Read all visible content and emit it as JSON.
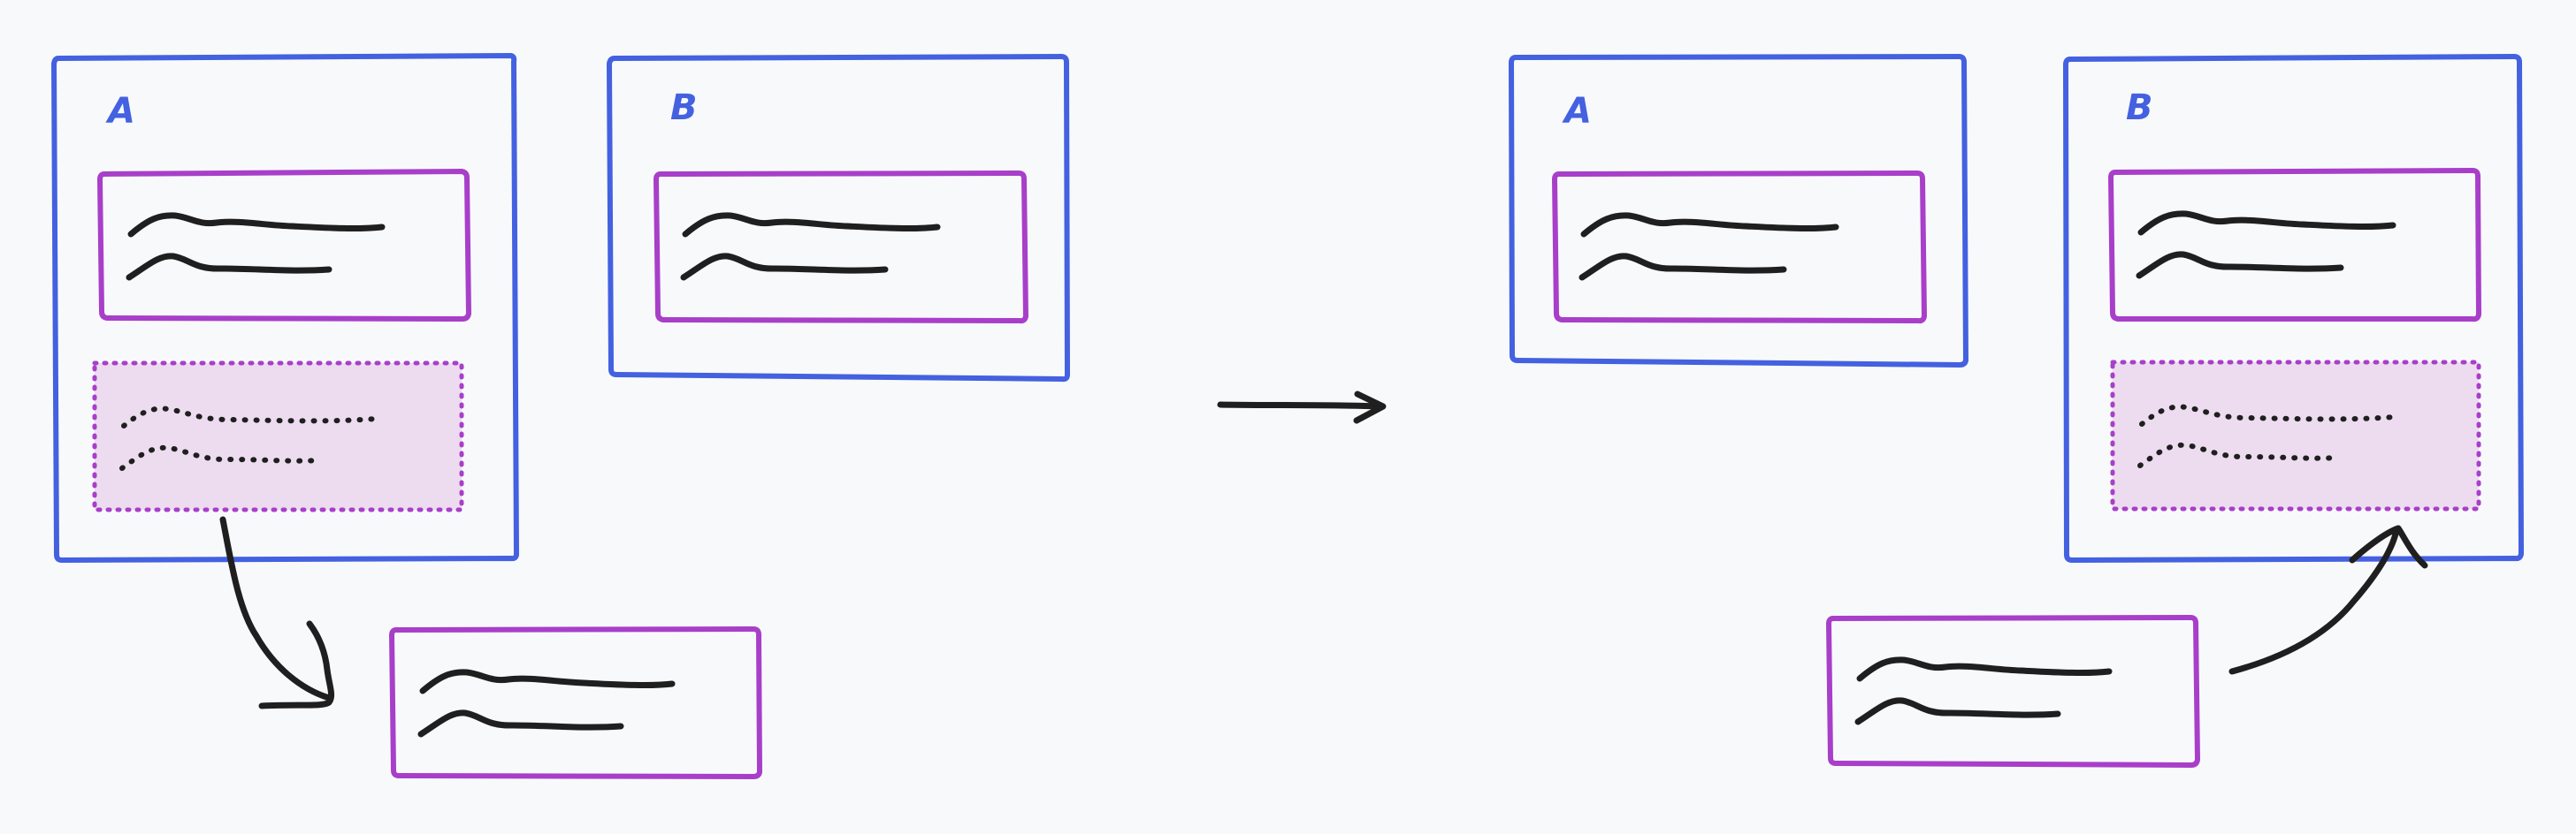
{
  "diagram": {
    "before": {
      "panel_a_label": "A",
      "panel_b_label": "B"
    },
    "after": {
      "panel_a_label": "A",
      "panel_b_label": "B"
    }
  },
  "colors": {
    "background": "#f8f9fb",
    "panel_border": "#4361e0",
    "card_border": "#a83fc9",
    "card_fill": "#eddcef",
    "ink": "#1f1f1f",
    "label": "#4361e0"
  },
  "icons": {
    "transition_arrow": "right-arrow-icon",
    "drag_out_arrow": "curved-arrow-down-icon",
    "drop_in_arrow": "curved-arrow-up-icon"
  }
}
